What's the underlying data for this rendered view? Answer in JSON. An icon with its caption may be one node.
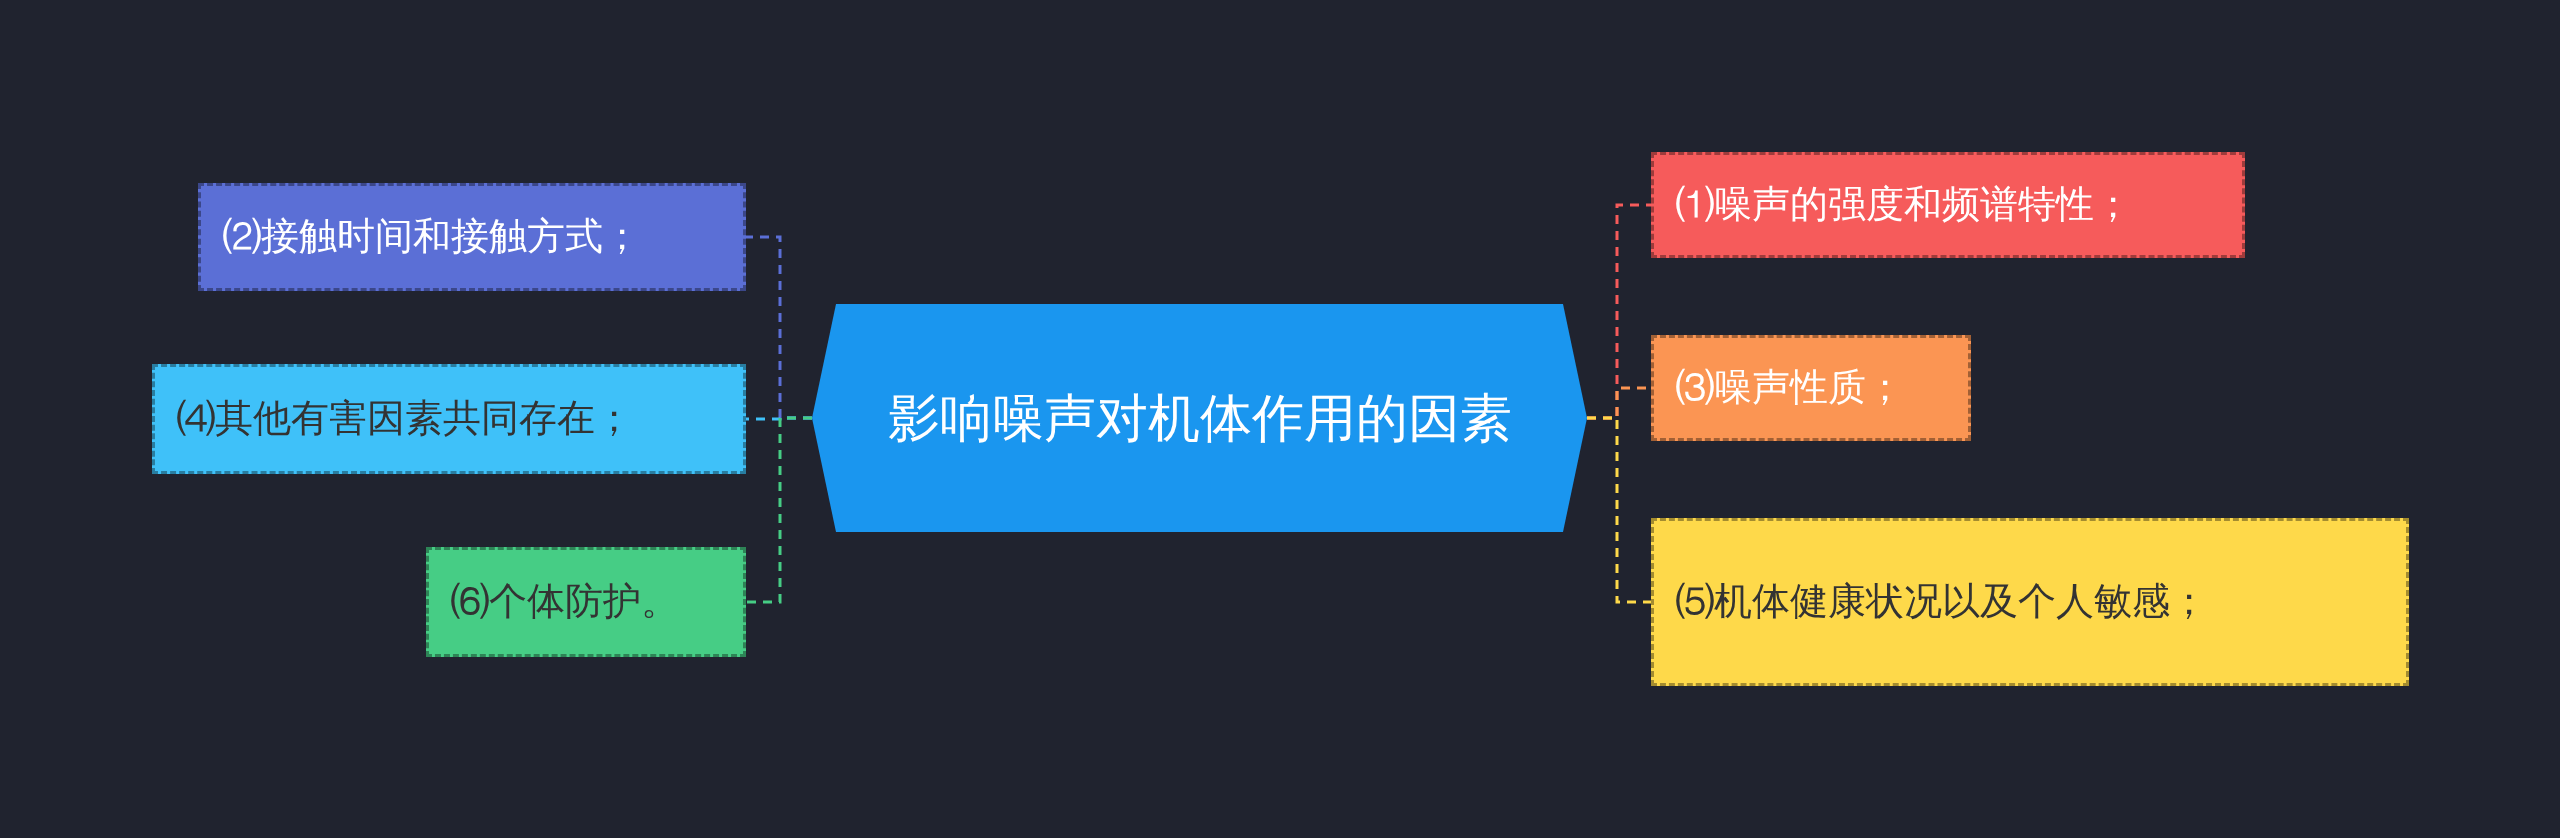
{
  "diagram": {
    "nodes": [
      {
        "text": [
          "影响噪声对机体作用的因素"
        ]
      },
      {
        "text": [
          "⑴噪声的强度和频谱特性；"
        ]
      },
      {
        "text": [
          "⑶噪声性质；"
        ]
      },
      {
        "text": [
          "⑸机体健康状况以及个人敏感；"
        ]
      },
      {
        "text": [
          "⑵接触时间和接触方式；"
        ]
      },
      {
        "text": [
          "⑷其他有害因素共同存在；"
        ]
      },
      {
        "text": [
          "⑹个体防护。"
        ]
      }
    ],
    "edges": [
      {
        "from": 0,
        "to": 1,
        "arrow": "none",
        "style": "dashed",
        "color": "#f65b5b"
      },
      {
        "from": 0,
        "to": 2,
        "arrow": "none",
        "style": "dashed",
        "color": "#fb9553"
      },
      {
        "from": 0,
        "to": 3,
        "arrow": "none",
        "style": "dashed",
        "color": "#fed94a"
      },
      {
        "from": 0,
        "to": 4,
        "arrow": "none",
        "style": "dashed",
        "color": "#5b6fd6"
      },
      {
        "from": 0,
        "to": 5,
        "arrow": "none",
        "style": "dashed",
        "color": "#3fc1f9"
      },
      {
        "from": 0,
        "to": 6,
        "arrow": "none",
        "style": "dashed",
        "color": "#46cd85"
      }
    ]
  }
}
